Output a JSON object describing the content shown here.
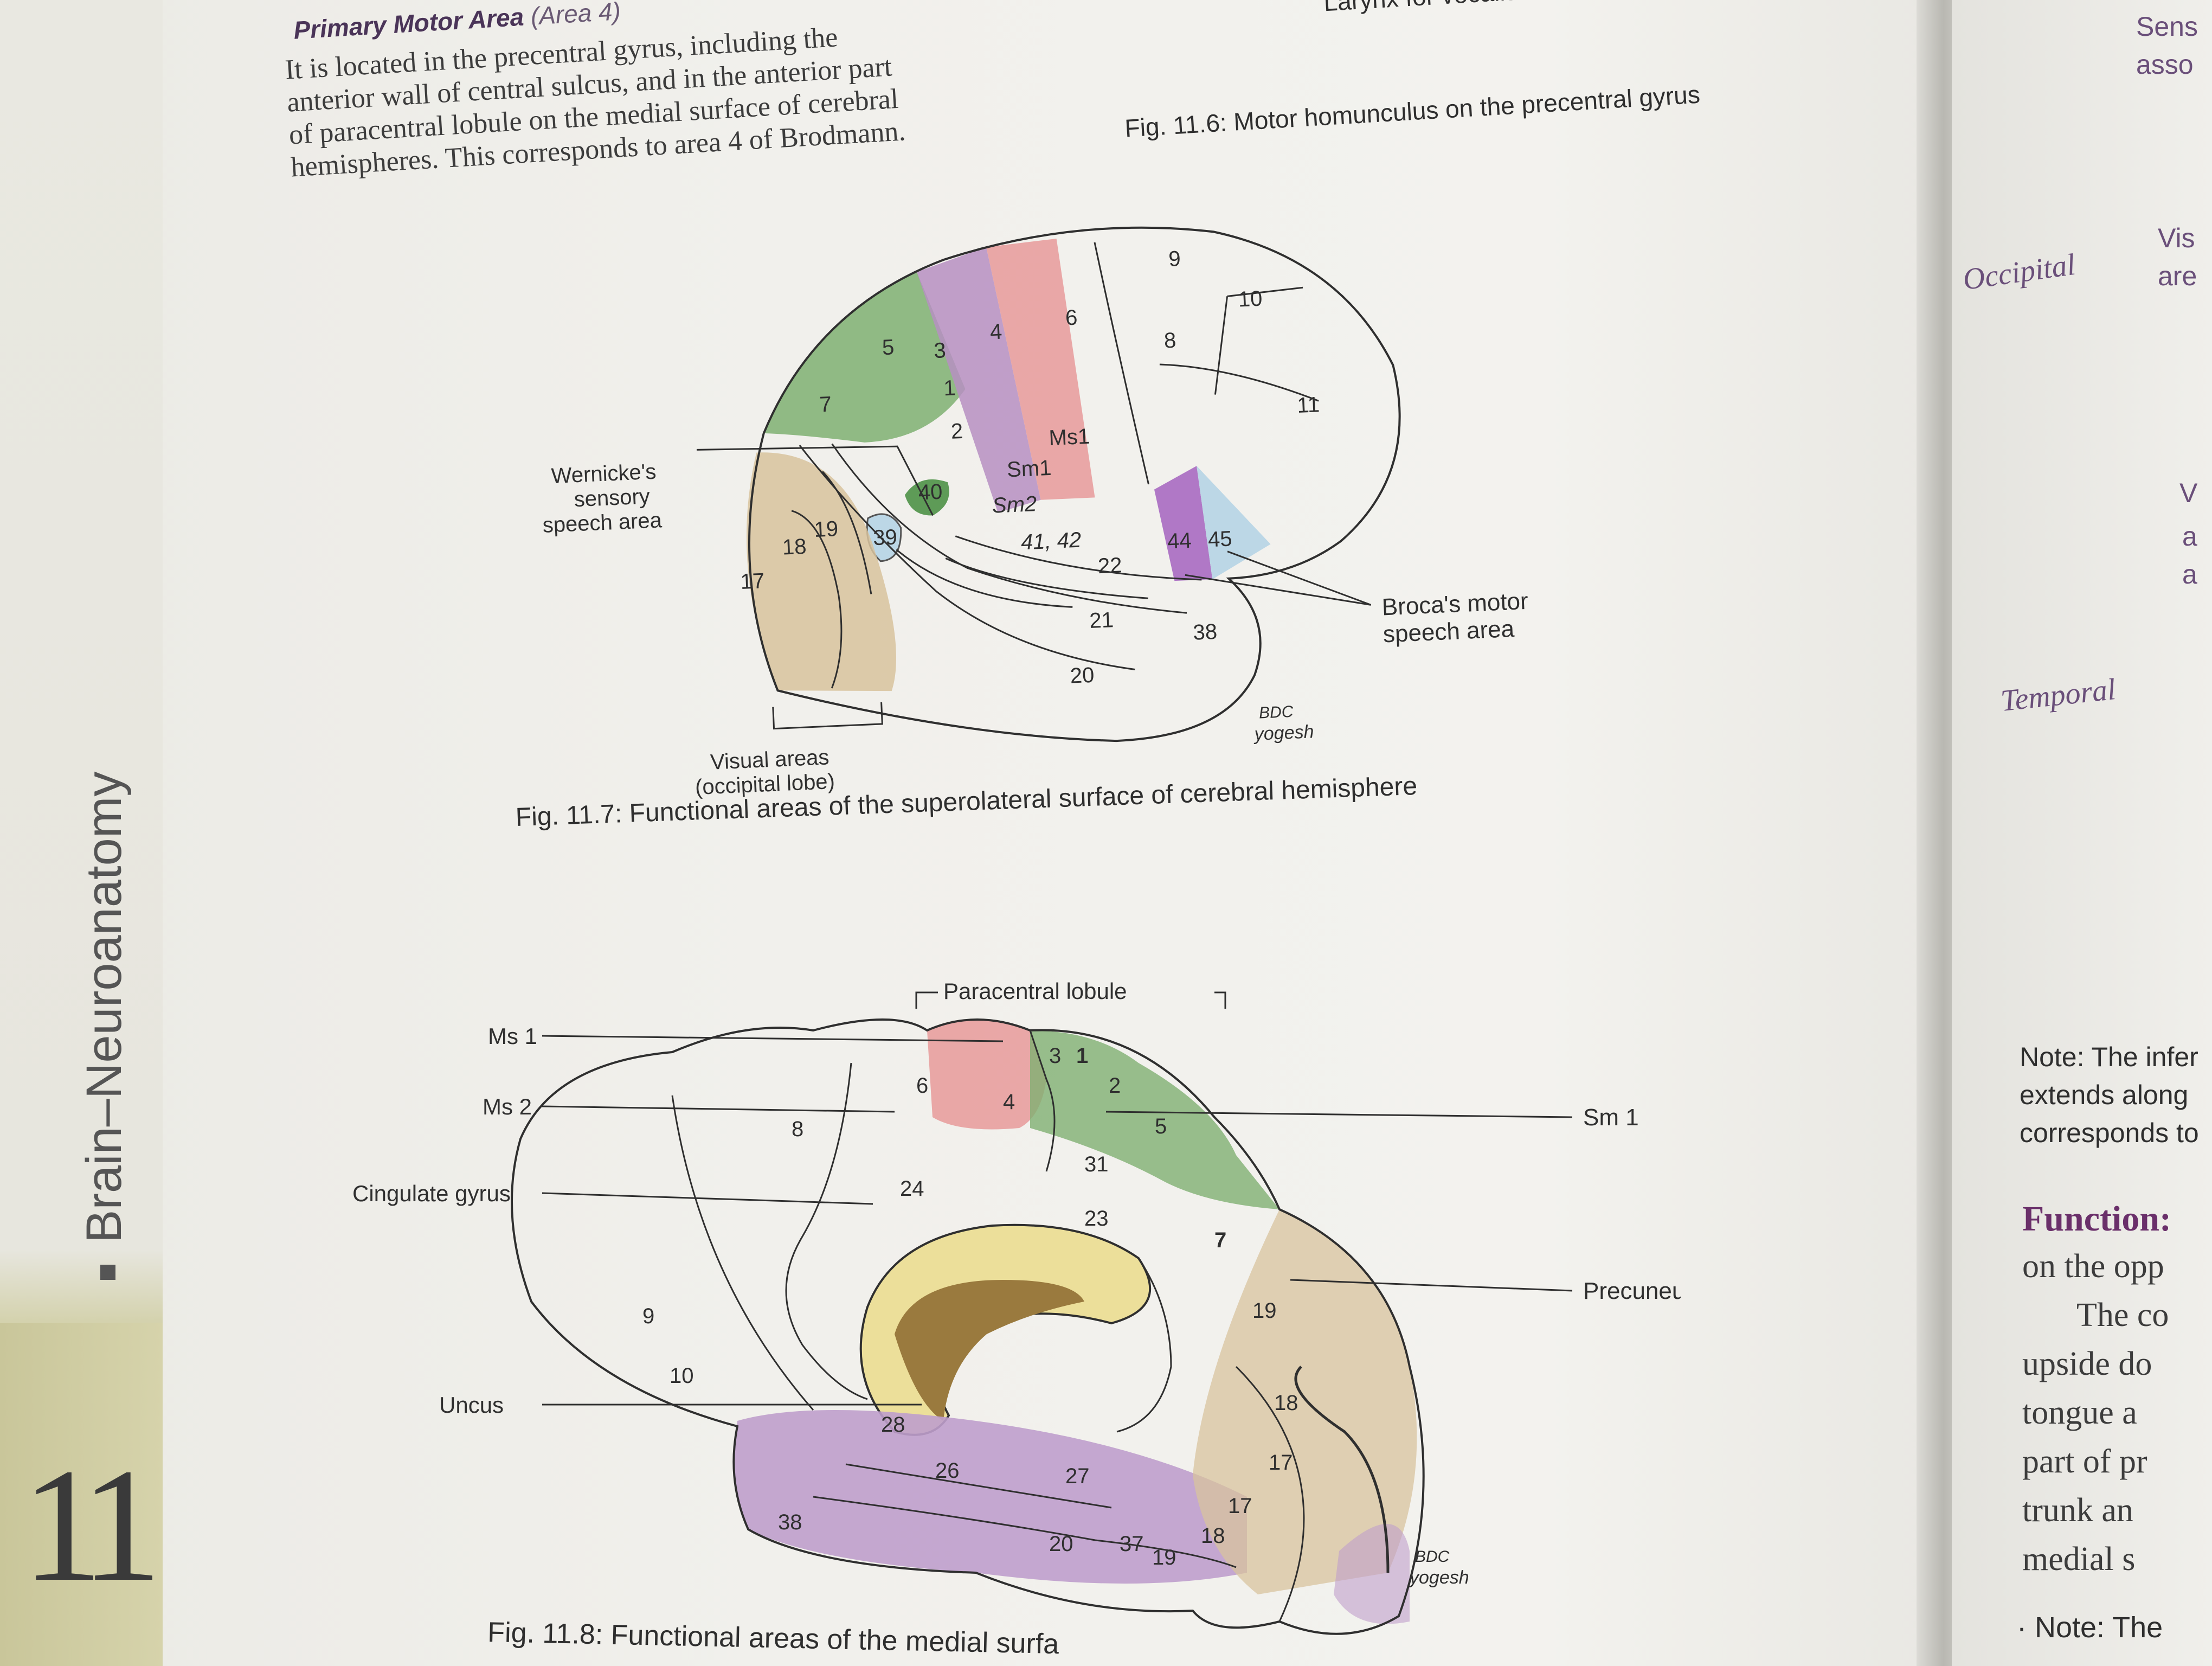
{
  "side_tab": {
    "title": "Brain–Neuroanatomy",
    "chapter": "11"
  },
  "header": {
    "top_note": "Larynx for vocalisation",
    "fig_11_6_caption": "Fig. 11.6: Motor homunculus on the precentral gyrus"
  },
  "section": {
    "heading": "Primary Motor Area",
    "heading_suffix": "(Area 4)",
    "lines": [
      "It is located in the precentral gyrus, including the",
      "anterior wall of central sulcus, and in the anterior part",
      "of paracentral lobule on the medial surface of cerebral",
      "hemispheres. This corresponds to area 4 of Brodmann."
    ]
  },
  "fig_11_7": {
    "caption": "Fig. 11.7: Functional areas of the superolateral surface of cerebral hemisphere",
    "labels": {
      "wernicke_1": "Wernicke's",
      "wernicke_2": "sensory",
      "wernicke_3": "speech area",
      "broca_1": "Broca's motor",
      "broca_2": "speech area",
      "visual_1": "Visual areas",
      "visual_2": "(occipital lobe)",
      "signature_1": "BDC",
      "signature_2": "yogesh"
    },
    "area_numbers": [
      "5",
      "7",
      "3",
      "1",
      "2",
      "4",
      "6",
      "9",
      "8",
      "10",
      "11",
      "Ms1",
      "Sm1",
      "Sm2",
      "40",
      "39",
      "19",
      "18",
      "17",
      "41, 42",
      "22",
      "21",
      "20",
      "38",
      "44",
      "45"
    ]
  },
  "fig_11_8": {
    "caption": "Fig. 11.8: Functional areas of the medial surfa",
    "labels": {
      "paracentral": "Paracentral lobule",
      "ms1": "Ms 1",
      "ms2": "Ms 2",
      "cingulate": "Cingulate gyrus",
      "uncus": "Uncus",
      "sm1": "Sm 1",
      "precuneus": "Precuneus",
      "signature_1": "BDC",
      "signature_2": "yogesh"
    },
    "area_numbers": [
      "6",
      "4",
      "3",
      "1",
      "2",
      "5",
      "7",
      "8",
      "24",
      "31",
      "23",
      "9",
      "10",
      "28",
      "26",
      "27",
      "38",
      "20",
      "37",
      "19",
      "18",
      "17",
      "19",
      "18",
      "17"
    ]
  },
  "right_page": {
    "tabs": [
      "Sens",
      "asso",
      "Occipital",
      "Vis",
      "are",
      "V",
      "a",
      "a",
      "Temporal"
    ],
    "note_lines": [
      "Note: The infer",
      "extends along",
      "corresponds to"
    ],
    "function_heading": "Function:",
    "body_lines": [
      "on the opp",
      "The co",
      "upside do",
      "tongue a",
      "part of pr",
      "trunk an",
      "medial s"
    ],
    "bottom_note": "· Note: The"
  },
  "colors": {
    "green": "#7fb072",
    "purple": "#b78fc2",
    "pink": "#e79a9a",
    "tan": "#d8c39e",
    "blue": "#bcd7e6",
    "yellow": "#ecdf9a",
    "brown": "#9a7a3e",
    "lavender": "#bf9fcc"
  }
}
